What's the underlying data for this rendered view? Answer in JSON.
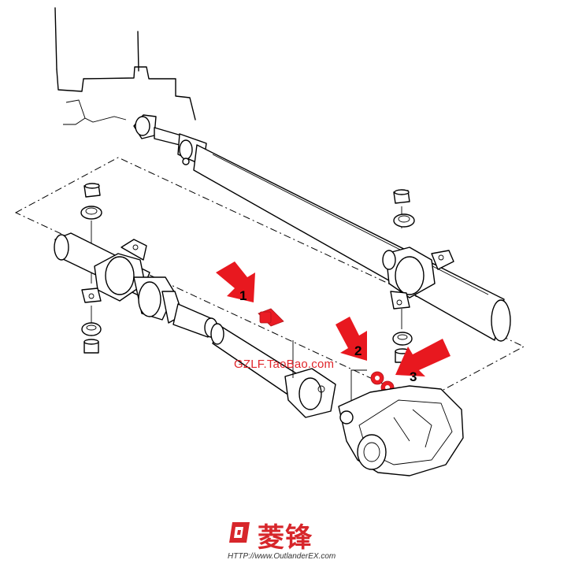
{
  "callouts": [
    {
      "number": "1",
      "arrow_color": "#e8181f"
    },
    {
      "number": "2",
      "arrow_color": "#e8181f"
    },
    {
      "number": "3",
      "arrow_color": "#e8181f"
    }
  ],
  "highlight_color": "#e8181f",
  "watermark": "GZLF.TaoBao.com",
  "logo": {
    "chinese_text": "菱锋",
    "url": "HTTP://www.OutlanderEX.com",
    "color": "#d7262b"
  }
}
